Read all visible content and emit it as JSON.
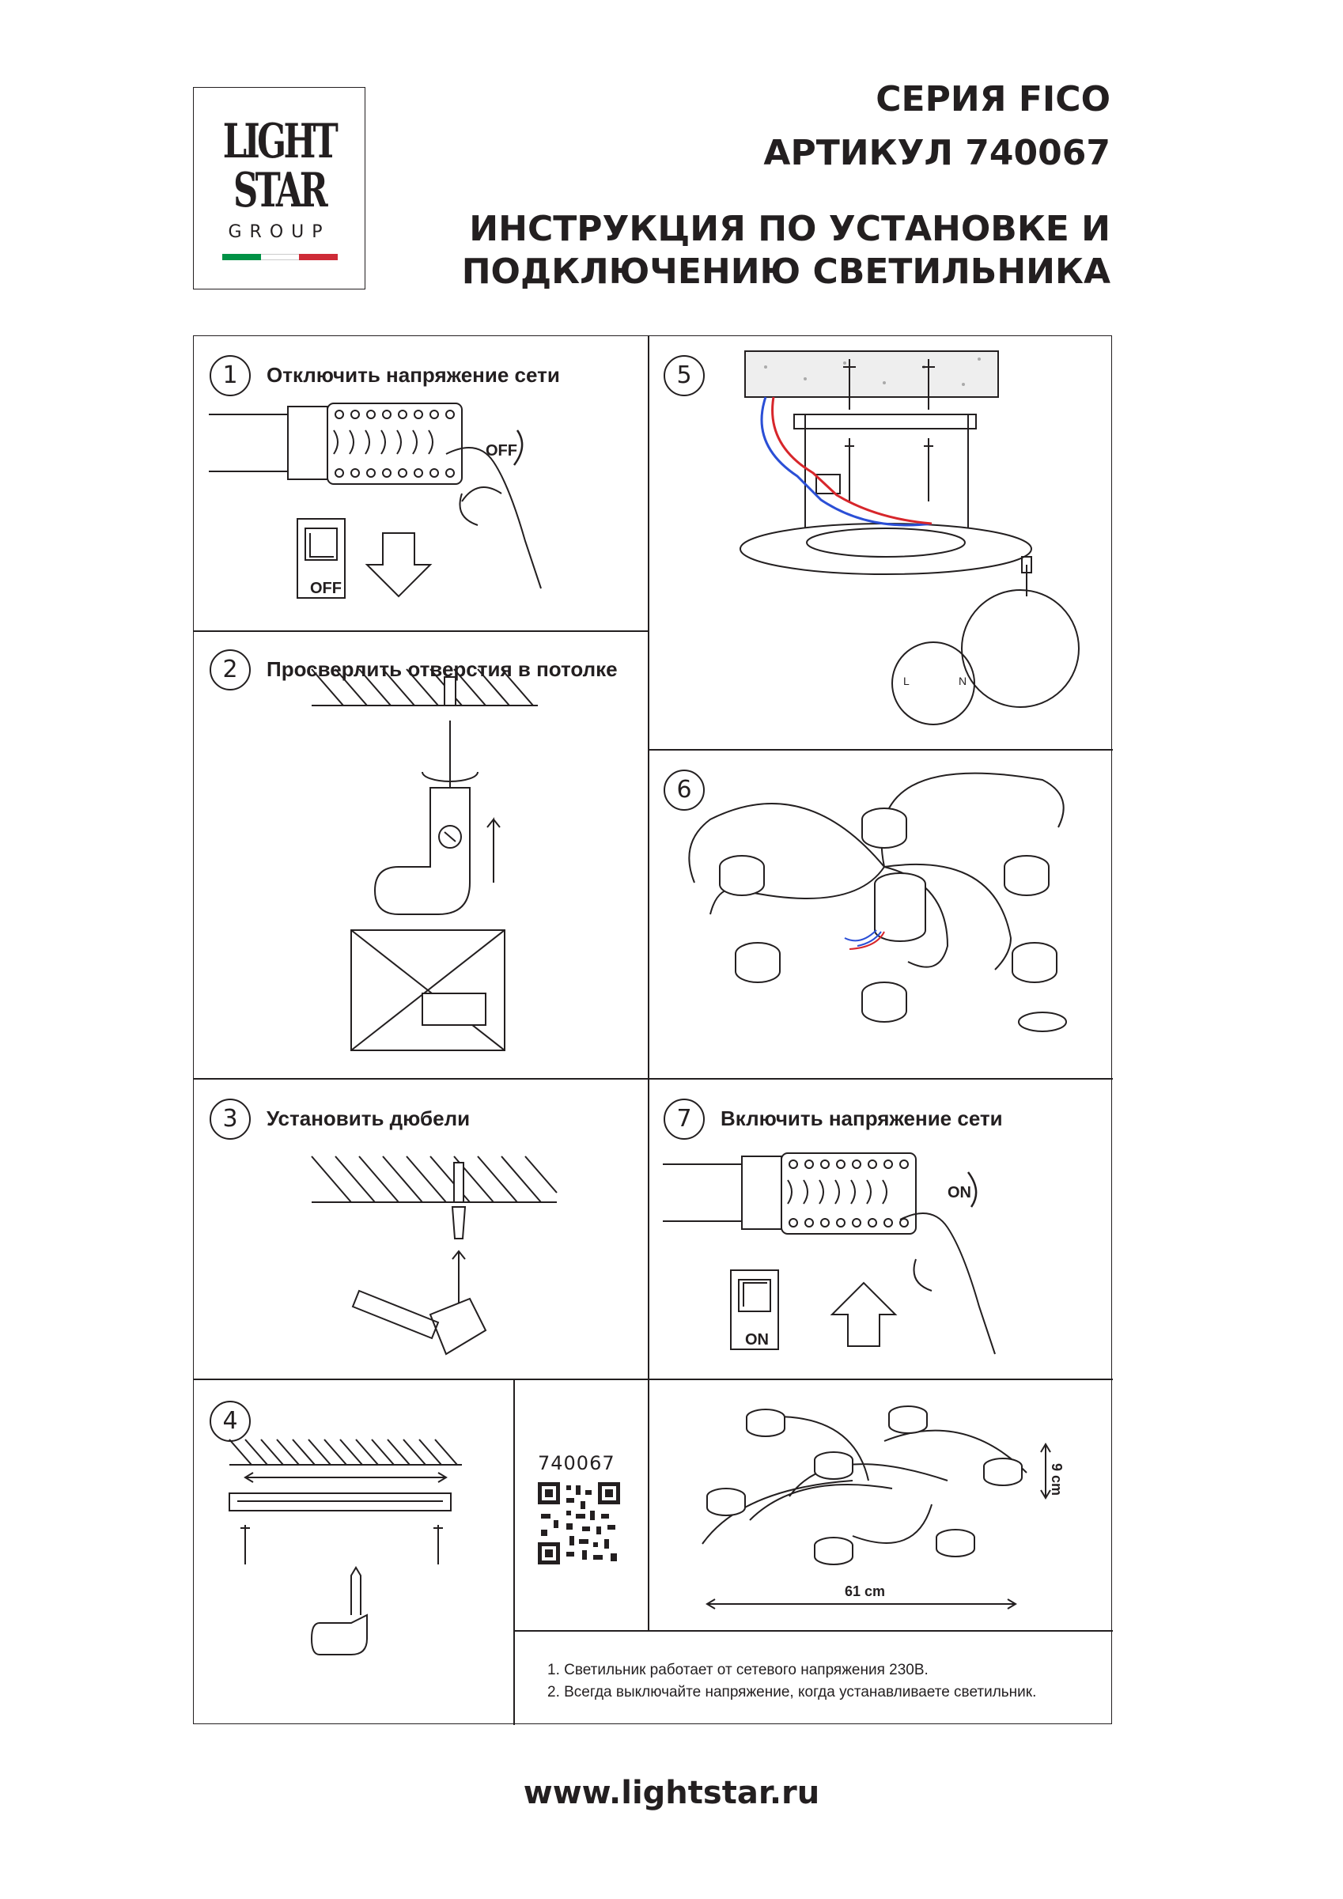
{
  "logo": {
    "line1": "LIGHT",
    "line2": "STAR",
    "line3": "GROUP",
    "flag_colors": [
      "#009246",
      "#ffffff",
      "#ce2b37"
    ]
  },
  "header": {
    "series": "СЕРИЯ FICO",
    "article": "АРТИКУЛ 740067",
    "title_line1": "ИНСТРУКЦИЯ ПО УСТАНОВКЕ И",
    "title_line2": "ПОДКЛЮЧЕНИЮ СВЕТИЛЬНИКА"
  },
  "steps": [
    {
      "num": "1",
      "label": "Отключить напряжение сети"
    },
    {
      "num": "2",
      "label": "Просверлить отверстия в потолке"
    },
    {
      "num": "3",
      "label": "Установить дюбели"
    },
    {
      "num": "4",
      "label": ""
    },
    {
      "num": "5",
      "label": ""
    },
    {
      "num": "6",
      "label": ""
    },
    {
      "num": "7",
      "label": "Включить напряжение сети"
    }
  ],
  "switch": {
    "off": "OFF",
    "on": "ON"
  },
  "article_code": "740067",
  "dimensions": {
    "width": "61 cm",
    "height": "9 cm"
  },
  "terminal_labels": {
    "l": "L",
    "n": "N"
  },
  "notes": [
    "1. Светильник работает от сетевого напряжения 230В.",
    "2. Всегда выключайте напряжение, когда устанавливаете светильник."
  ],
  "website": "www.lightstar.ru"
}
